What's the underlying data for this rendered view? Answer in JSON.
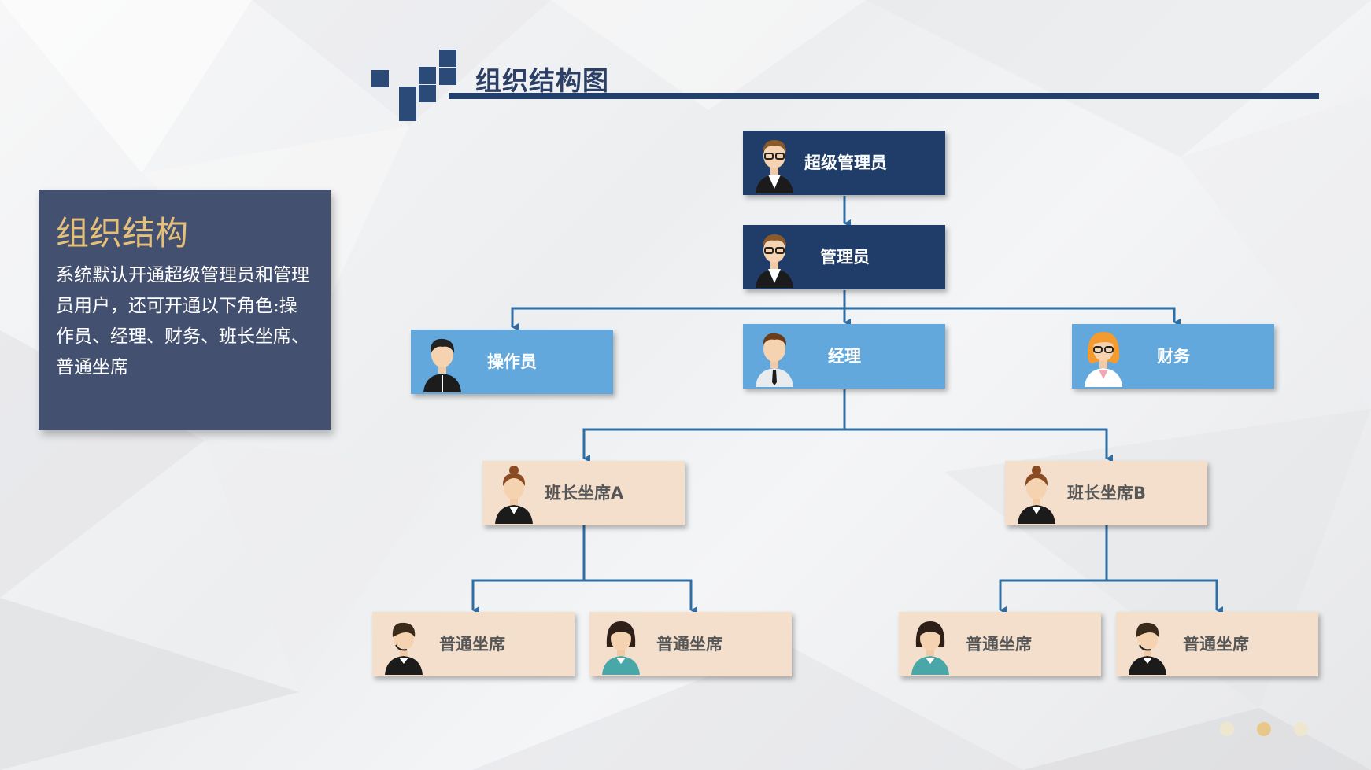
{
  "title": "组织结构图",
  "info": {
    "heading": "组织结构",
    "text": "系统默认开通超级管理员和管理员用户，还可开通以下角色:操作员、经理、财务、班长坐席、普通坐席"
  },
  "nodes": {
    "super_admin": "超级管理员",
    "admin": "管理员",
    "operator": "操作员",
    "manager": "经理",
    "finance": "财务",
    "leader_a": "班长坐席A",
    "leader_b": "班长坐席B",
    "agent_1": "普通坐席",
    "agent_2": "普通坐席",
    "agent_3": "普通坐席",
    "agent_4": "普通坐席"
  },
  "colors": {
    "dark_box": "#203d69",
    "blue_box": "#62a8dc",
    "beige_box": "#f3dfcc",
    "connector": "#2f6ea5",
    "heading_gold": "#e5c078"
  },
  "pagination": {
    "active_index": 1,
    "count": 3
  }
}
